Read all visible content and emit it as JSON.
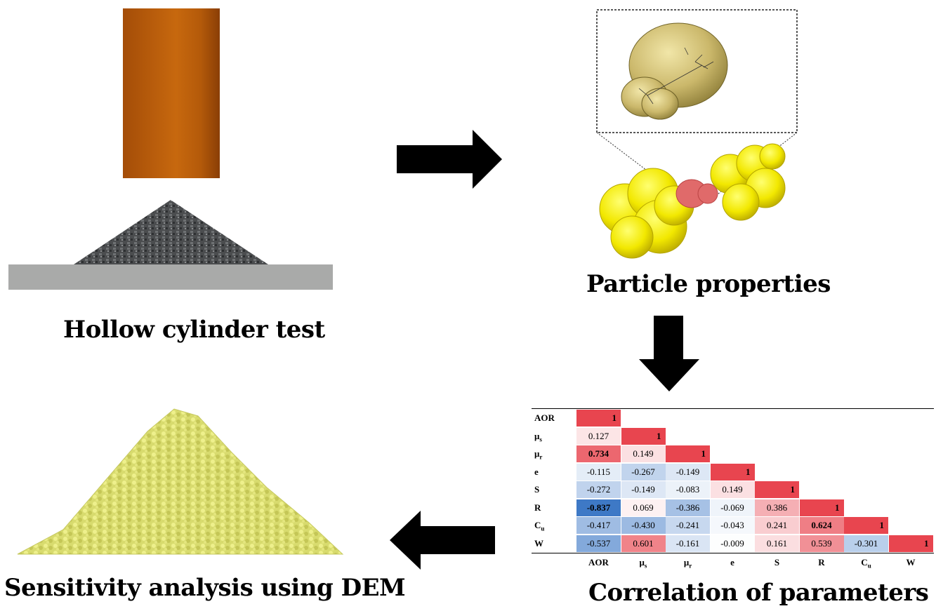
{
  "captions": {
    "hollow_cylinder": "Hollow cylinder test",
    "particle_properties": "Particle properties",
    "sensitivity": "Sensitivity analysis using DEM",
    "correlation": "Correlation of parameters"
  },
  "chart_data": {
    "type": "heatmap",
    "title": "",
    "rows": [
      "AOR",
      "μs",
      "μr",
      "e",
      "S",
      "R",
      "Cu",
      "W"
    ],
    "columns": [
      "AOR",
      "μs",
      "μr",
      "e",
      "S",
      "R",
      "Cu",
      "W"
    ],
    "values": [
      [
        "1"
      ],
      [
        "0.127",
        "1"
      ],
      [
        "0.734",
        "0.149",
        "1"
      ],
      [
        "-0.115",
        "-0.267",
        "-0.149",
        "1"
      ],
      [
        "-0.272",
        "-0.149",
        "-0.083",
        "0.149",
        "1"
      ],
      [
        "-0.837",
        "0.069",
        "-0.386",
        "-0.069",
        "0.386",
        "1"
      ],
      [
        "-0.417",
        "-0.430",
        "-0.241",
        "-0.043",
        "0.241",
        "0.624",
        "1"
      ],
      [
        "-0.537",
        "0.601",
        "-0.161",
        "-0.009",
        "0.161",
        "0.539",
        "-0.301",
        "1"
      ]
    ],
    "bold_values": [
      "0.734",
      "-0.837",
      "0.624"
    ],
    "colors": {
      "positive": "#e8454f",
      "negative": "#2f6fc2",
      "neutral": "#ffffff"
    }
  }
}
